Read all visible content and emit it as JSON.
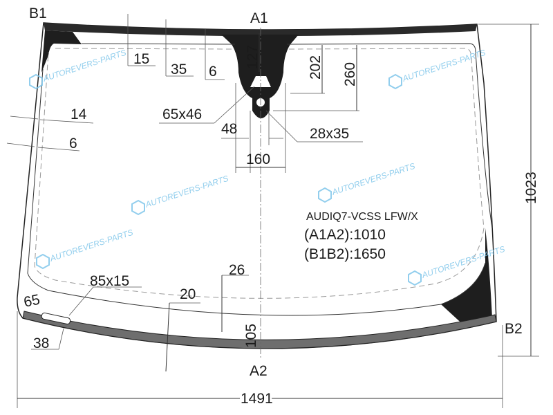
{
  "points": {
    "b1": "B1",
    "a1": "A1",
    "a2": "A2",
    "b2": "B2"
  },
  "dimensions": {
    "top_band": "15",
    "top_to_dashed": "35",
    "inner_to_dashed": "6",
    "bracket_height": "127",
    "sensor_202": "202",
    "sensor_260": "260",
    "side_14": "14",
    "side_6": "6",
    "sensor_area": "65x46",
    "offset_48": "48",
    "camera_area": "28x35",
    "bracket_width": "160",
    "height": "1023",
    "bottom_26": "26",
    "bottom_20": "20",
    "vin_window": "85x15",
    "corner_65": "65",
    "bottom_105": "105",
    "corner_38": "38",
    "width": "1491"
  },
  "info": {
    "model": "AUDIQ7-VCSS LFW/X",
    "a1a2": "(A1A2):1010",
    "b1b2": "(B1B2):1650"
  },
  "watermark": {
    "text": "AUTOREVERS-PARTS",
    "logo": "AR"
  },
  "colors": {
    "band": "#2a2a2a",
    "bottom_band": "#6e6e6e",
    "watermark": "#7fc6ea"
  }
}
